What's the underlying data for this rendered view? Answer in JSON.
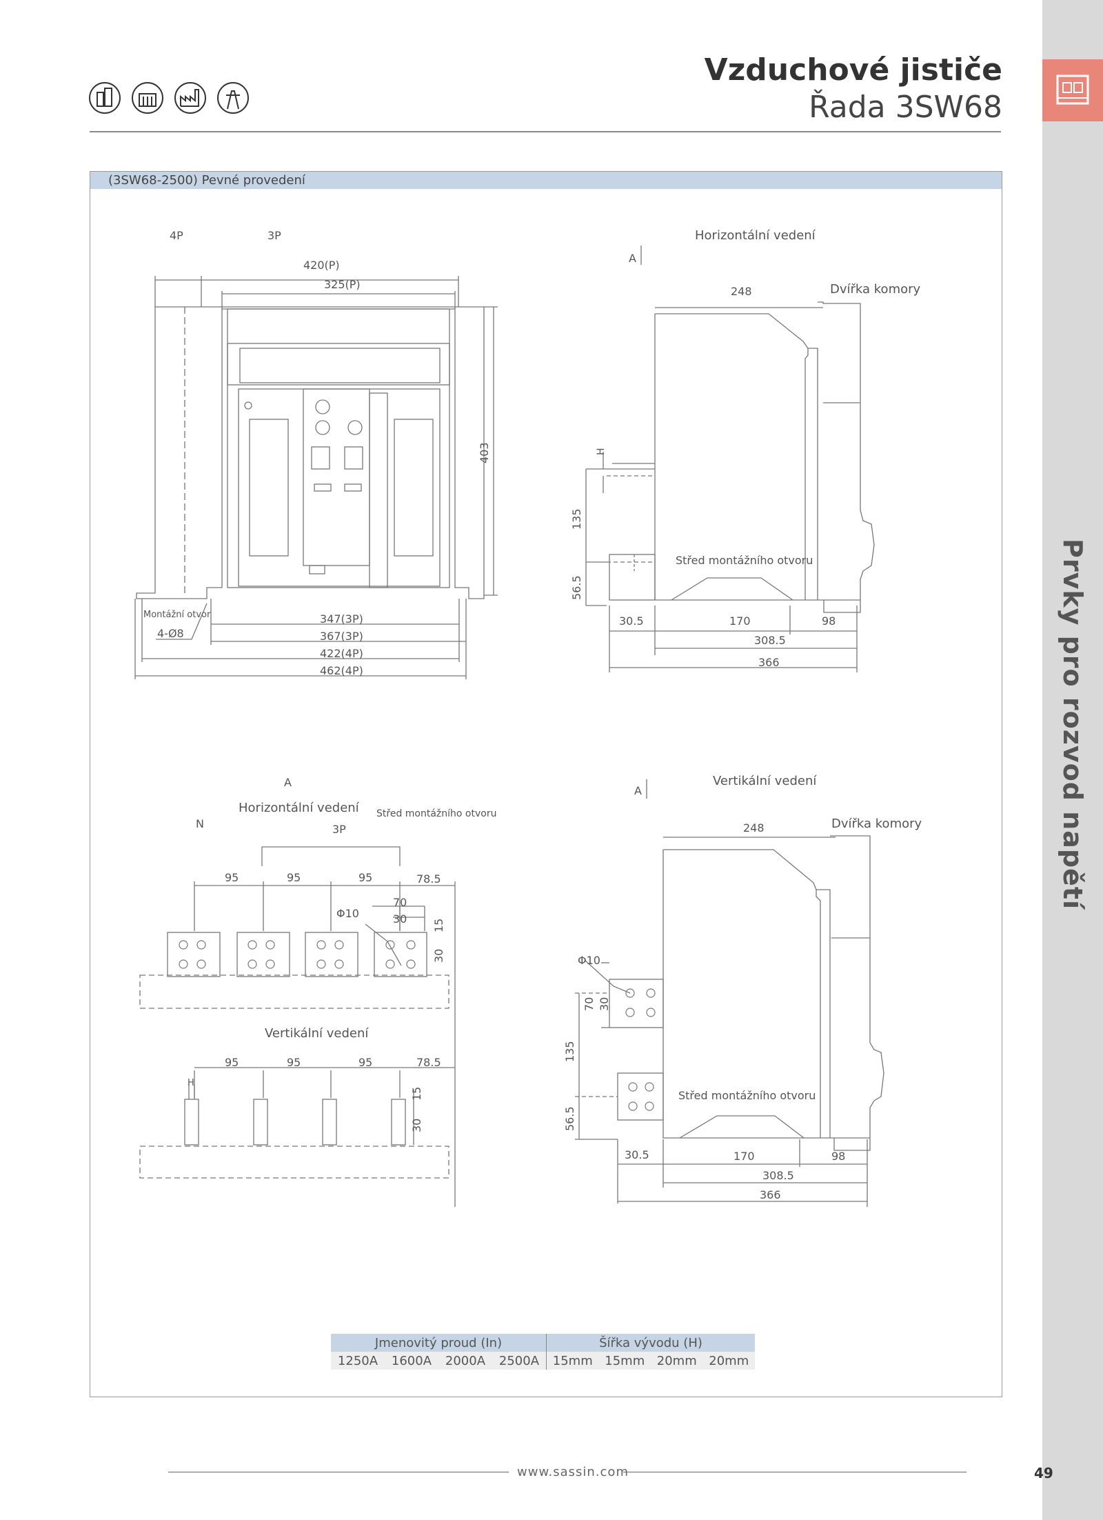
{
  "header": {
    "title_line1": "Vzduchové jističe",
    "title_line2": "Řada 3SW68",
    "icons": [
      "building-icon",
      "factory-building-icon",
      "industrial-plant-icon",
      "infrastructure-icon"
    ]
  },
  "sidebar": {
    "label": "Prvky pro rozvod napětí",
    "tab_icon": "circuit-breaker-icon",
    "tab_color": "#e8867a"
  },
  "section": {
    "title": "(3SW68-2500) Pevné provedení",
    "header_color": "#c5d5e5"
  },
  "front_view": {
    "label_4p": "4P",
    "label_3p": "3P",
    "dim_420": "420(P)",
    "dim_325": "325(P)",
    "dim_403": "403",
    "mount_label": "Montážní otvor",
    "hole_label": "4-Ø8",
    "dim_347": "347(3P)",
    "dim_367": "367(3P)",
    "dim_422": "422(4P)",
    "dim_462": "462(4P)"
  },
  "side_view_horizontal": {
    "title": "Horizontální vedení",
    "arrow": "A",
    "dim_248": "248",
    "door": "Dvířka komory",
    "h": "H",
    "dim_135": "135",
    "center": "Střed montážního otvoru",
    "dim_56_5": "56.5",
    "dim_30_5": "30.5",
    "dim_170": "170",
    "dim_98": "98",
    "dim_308_5": "308.5",
    "dim_366": "366"
  },
  "terminal_view": {
    "view_a": "A",
    "horizontal_title": "Horizontální vedení",
    "center": "Střed montážního otvoru",
    "n": "N",
    "p3": "3P",
    "dim_95_a": "95",
    "dim_95_b": "95",
    "dim_95_c": "95",
    "dim_78_5": "78.5",
    "phi": "Φ10",
    "dim_70": "70",
    "dim_30_top": "30",
    "dim_15": "15",
    "dim_30_side": "30",
    "vertical_title": "Vertikální vedení",
    "v_dim_95_a": "95",
    "v_dim_95_b": "95",
    "v_dim_95_c": "95",
    "v_dim_78_5": "78.5",
    "v_h": "H",
    "v_dim_15": "15",
    "v_dim_30": "30"
  },
  "side_view_vertical": {
    "title": "Vertikální vedení",
    "arrow": "A",
    "dim_248": "248",
    "door": "Dvířka komory",
    "phi": "Φ10",
    "dim_70": "70",
    "dim_30": "30",
    "dim_135": "135",
    "center": "Střed montážního otvoru",
    "dim_56_5": "56.5",
    "dim_30_5": "30.5",
    "dim_170": "170",
    "dim_98": "98",
    "dim_308_5": "308.5",
    "dim_366": "366"
  },
  "spec_table": {
    "col1_header": "Jmenovitý proud (In)",
    "col2_header": "Šířka vývodu (H)",
    "currents": [
      "1250A",
      "1600A",
      "2000A",
      "2500A"
    ],
    "widths": [
      "15mm",
      "15mm",
      "20mm",
      "20mm"
    ]
  },
  "footer": {
    "url": "www.sassin.com",
    "page_number": "49"
  }
}
